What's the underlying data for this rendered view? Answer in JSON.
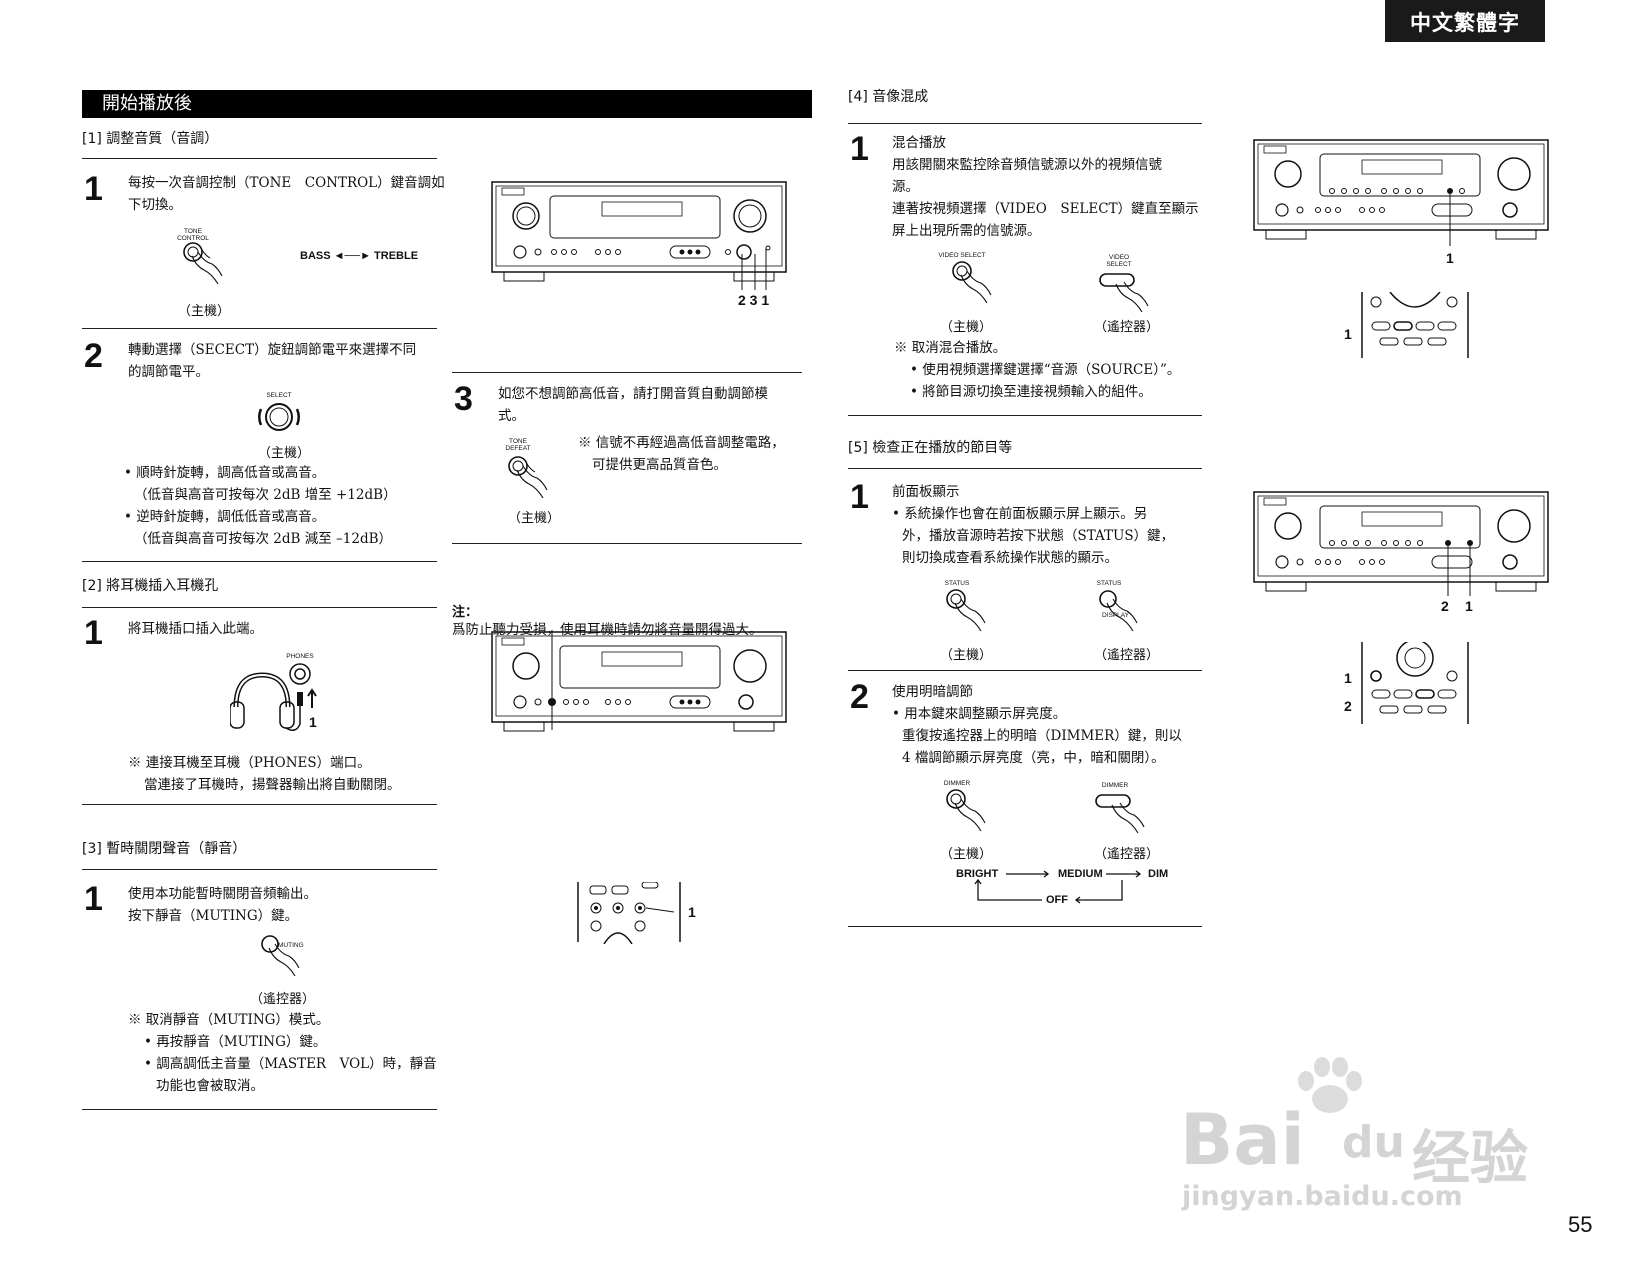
{
  "lang_tab": "中文繁體字",
  "header_bar": "開始播放後",
  "page_number": "55",
  "s1": {
    "title": "[1] 調整音質（音調）",
    "step1": {
      "n": "1",
      "l1": "每按一次音調控制（TONE　CONTROL）鍵音調如",
      "l2": "下切換。",
      "btn": "TONE CONTROL",
      "arrow": "BASS ◄──► TREBLE",
      "cap": "（主機）"
    },
    "step2": {
      "n": "2",
      "l1": "轉動選擇（SECECT）旋鈕調節電平來選擇不同",
      "l2": "的調節電平。",
      "btn": "SELECT",
      "cap": "（主機）",
      "b1": "• 順時針旋轉，調高低音或高音。",
      "b1s": "（低音與高音可按每次 2dB 增至 +12dB）",
      "b2": "• 逆時針旋轉，調低低音或高音。",
      "b2s": "（低音與高音可按每次 2dB 減至 –12dB）"
    },
    "step3": {
      "n": "3",
      "l1": "如您不想調節高低音，請打開音質自動調節模",
      "l2": "式。",
      "btn": "TONE DEFEAT",
      "cap": "（主機）",
      "note1": "※ 信號不再經過高低音調整電路，",
      "note2": "可提供更高品質音色。"
    },
    "callouts": "2 3 1"
  },
  "s2": {
    "title": "[2] 將耳機插入耳機孔",
    "step1": {
      "n": "1",
      "l1": "將耳機插口插入此端。",
      "jack": "PHONES",
      "callout": "1",
      "note1": "※ 連接耳機至耳機（PHONES）端口。",
      "note2": "當連接了耳機時，揚聲器輸出將自動關閉。"
    },
    "note_title": "注：",
    "note_text": "爲防止聽力受損，使用耳機時請勿將音量開得過大。"
  },
  "s3": {
    "title": "[3] 暫時關閉聲音（靜音）",
    "step1": {
      "n": "1",
      "l1": "使用本功能暫時關閉音頻輸出。",
      "l2": "按下靜音（MUTING）鍵。",
      "btn": "MUTING",
      "cap": "（遙控器）",
      "n1": "※ 取消靜音（MUTING）模式。",
      "b1": "• 再按靜音（MUTING）鍵。",
      "b2": "• 調高調低主音量（MASTER　VOL）時，靜音",
      "b2s": "功能也會被取消。"
    },
    "callout": "1"
  },
  "s4": {
    "title": "[4] 音像混成",
    "step1": {
      "n": "1",
      "head": "混合播放",
      "l1": "用該開關來監控除音頻信號源以外的視頻信號",
      "l2": "源。",
      "l3": "連著按視頻選擇（VIDEO　SELECT）鍵直至顯示",
      "l4": "屏上出現所需的信號源。",
      "btn_main": "VIDEO SELECT",
      "btn_remote": "VIDEO SELECT",
      "cap_main": "（主機）",
      "cap_remote": "（遙控器）",
      "n1": "※ 取消混合播放。",
      "b1": "• 使用視頻選擇鍵選擇“音源（SOURCE）”。",
      "b2": "• 將節目源切換至連接視頻輸入的組件。"
    },
    "callout_main": "1",
    "callout_remote": "1"
  },
  "s5": {
    "title": "[5] 檢查正在播放的節目等",
    "step1": {
      "n": "1",
      "head": "前面板顯示",
      "l1": "• 系統操作也會在前面板顯示屏上顯示。另",
      "l2": "外，播放音源時若按下狀態（STATUS）鍵，",
      "l3": "則切換成查看系統操作狀態的顯示。",
      "btn_main": "STATUS",
      "btn_remote": "STATUS",
      "btn_remote2": "DISPLAY",
      "cap_main": "（主機）",
      "cap_remote": "（遙控器）"
    },
    "step2": {
      "n": "2",
      "head": "使用明暗調節",
      "l1": "• 用本鍵來調整顯示屏亮度。",
      "l2": "重復按遙控器上的明暗（DIMMER）鍵，則以",
      "l3": "4 檔調節顯示屏亮度（亮，中，暗和關閉）。",
      "btn_main": "DIMMER",
      "btn_remote": "DIMMER",
      "cap_main": "（主機）",
      "cap_remote": "（遙控器）",
      "flow_bright": "BRIGHT",
      "flow_medium": "MEDIUM",
      "flow_dim": "DIM",
      "flow_off": "OFF"
    },
    "callouts_main": [
      "2",
      "1"
    ],
    "callouts_remote": [
      "1",
      "2"
    ]
  },
  "watermark": {
    "brand": "Bai",
    "brand2": "du",
    "brand3": "经验",
    "url": "jingyan.baidu.com"
  }
}
